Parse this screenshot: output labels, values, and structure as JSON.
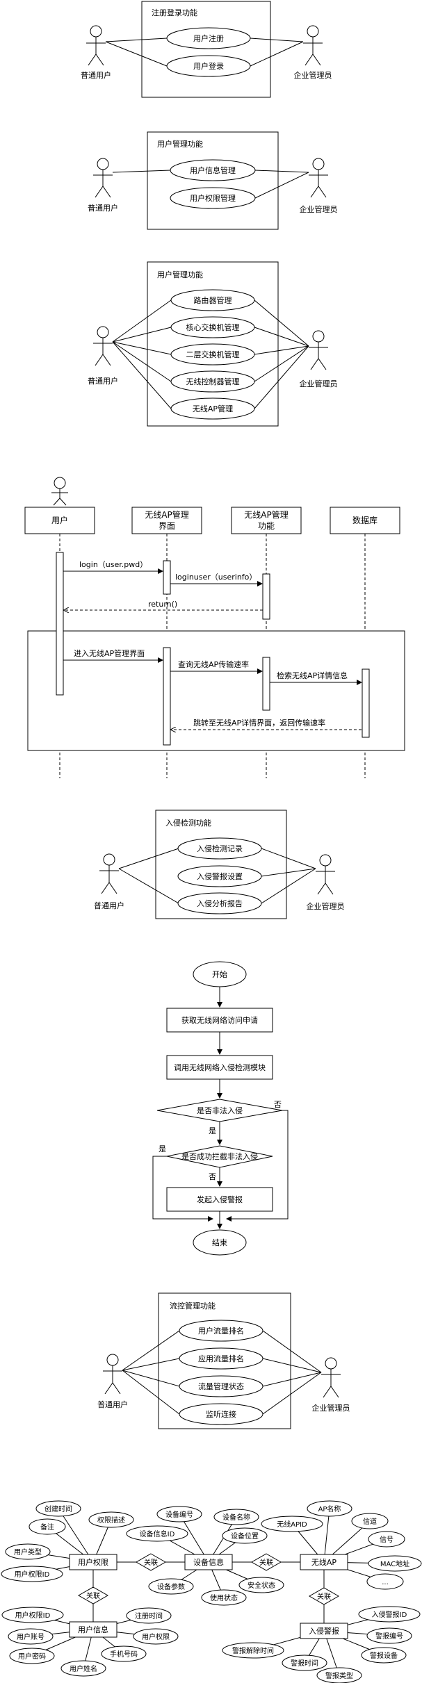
{
  "actors": {
    "normal_user": "普通用户",
    "enterprise_admin": "企业管理员",
    "user": "用户"
  },
  "uc_register": {
    "title": "注册登录功能",
    "items": [
      "用户注册",
      "用户登录"
    ]
  },
  "uc_usermgmt": {
    "title": "用户管理功能",
    "items": [
      "用户信息管理",
      "用户权限管理"
    ]
  },
  "uc_netmgmt": {
    "title": "用户管理功能",
    "items": [
      "路由器管理",
      "核心交换机管理",
      "二层交换机管理",
      "无线控制器管理",
      "无线AP管理"
    ]
  },
  "sequence": {
    "lifelines": [
      "用户",
      "无线AP管理\n界面",
      "无线AP管理\n功能",
      "数据库"
    ],
    "messages": [
      "login（user.pwd）",
      "loginuser（userinfo）",
      "return()",
      "进入无线AP管理界面",
      "查询无线AP传输速率",
      "检索无线AP详情信息",
      "跳转至无线AP详情界面，返回传输速率"
    ]
  },
  "uc_intrusion": {
    "title": "入侵检测功能",
    "items": [
      "入侵检测记录",
      "入侵警报设置",
      "入侵分析报告"
    ]
  },
  "flow": {
    "start": "开始",
    "step1": "获取无线网络访问申请",
    "step2": "调用无线网络入侵检测模块",
    "decision1": "是否非法入侵",
    "decision2": "是否成功拦截非法入侵",
    "step3": "发起入侵警报",
    "end": "结束",
    "yes": "是",
    "no": "否"
  },
  "uc_traffic": {
    "title": "流控管理功能",
    "items": [
      "用户流量排名",
      "应用流量排名",
      "流量管理状态",
      "监听连接"
    ]
  },
  "er": {
    "entities": [
      "用户权限",
      "设备信息",
      "无线AP",
      "用户信息",
      "入侵警报"
    ],
    "relations": [
      "关联",
      "关联",
      "关联",
      "关联"
    ],
    "attributes": {
      "perm": [
        "创建时间",
        "权限描述",
        "备注",
        "用户类型",
        "用户权限ID"
      ],
      "device": [
        "设备编号",
        "设备信息ID",
        "设备名称",
        "设备位置",
        "设备参数",
        "使用状态",
        "安全状态"
      ],
      "ap": [
        "AP名称",
        "无线APID",
        "信道",
        "信号",
        "MAC地址",
        "..."
      ],
      "user": [
        "用户权限ID",
        "用户账号",
        "用户密码",
        "用户姓名",
        "注册时间",
        "用户权限",
        "手机号码"
      ],
      "alarm": [
        "入侵警报ID",
        "警报编号",
        "警报设备",
        "警报类型",
        "警报时间",
        "警报解除时间"
      ]
    }
  }
}
